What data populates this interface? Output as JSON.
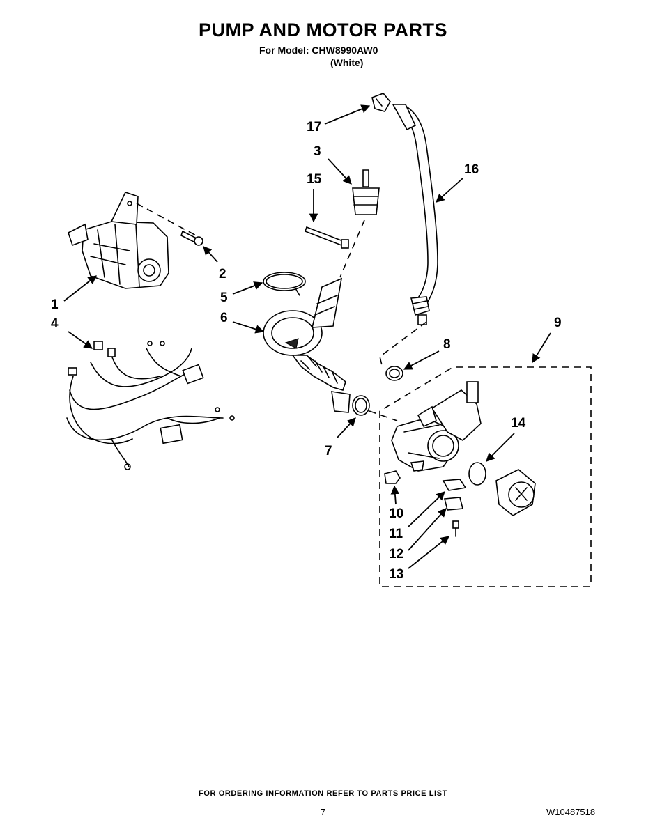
{
  "header": {
    "title": "PUMP AND MOTOR PARTS",
    "model_line": "For Model: CHW8990AW0",
    "color_line": "(White)"
  },
  "callouts": {
    "c1": "1",
    "c2": "2",
    "c3": "3",
    "c4": "4",
    "c5": "5",
    "c6": "6",
    "c7": "7",
    "c8": "8",
    "c9": "9",
    "c10": "10",
    "c11": "11",
    "c12": "12",
    "c13": "13",
    "c14": "14",
    "c15": "15",
    "c16": "16",
    "c17": "17"
  },
  "footer": {
    "ordering_note": "FOR ORDERING INFORMATION REFER TO PARTS PRICE LIST",
    "page_number": "7",
    "document_number": "W10487518"
  }
}
